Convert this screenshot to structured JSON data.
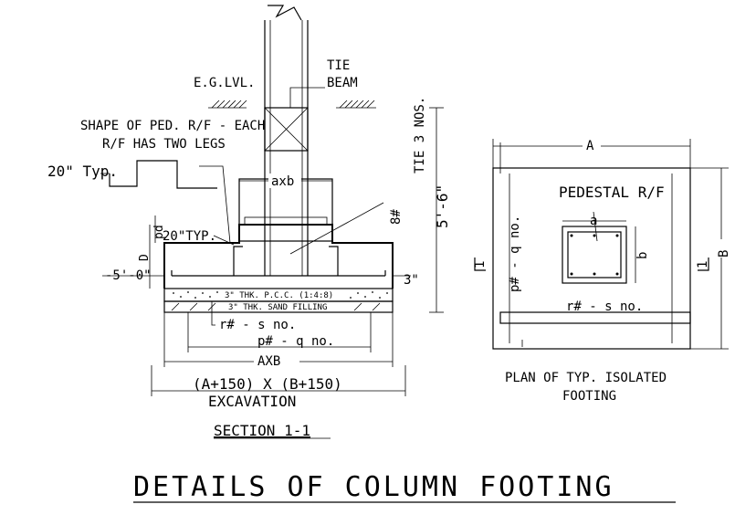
{
  "title": "DETAILS OF COLUMN FOOTING",
  "section": {
    "caption": "SECTION 1-1",
    "eg_lvl": "E.G.LVL.",
    "tie_beam": [
      "TIE",
      "BEAM"
    ],
    "shape_note": [
      "SHAPE OF PED. R/F - EACH",
      "R/F HAS TWO LEGS"
    ],
    "typ_20": "20\" Typ.",
    "typ_20b": "20\"TYP.",
    "axb_small": "axb",
    "pd": "pd",
    "d": "D",
    "depth_5_0": "-5'-0\"",
    "dim_3": "3\"",
    "pcc": "3\" THK. P.C.C. (1:4:8)",
    "sand": "3\" THK. SAND FILLING",
    "r_bars": "r# - s no.",
    "p_bars": "p# - q no.",
    "axb_big": "AXB",
    "excavation_dim": "(A+150) X (B+150)",
    "excavation": "EXCAVATION",
    "bar_8": "8#",
    "tie_note": "TIE 3 NOS.",
    "depth_5_6": "5'-6\""
  },
  "plan": {
    "caption": [
      "PLAN OF TYP. ISOLATED",
      "FOOTING"
    ],
    "dim_a": "A",
    "dim_b": "B",
    "a_small": "a",
    "b_small": "b",
    "pedestal": "PEDESTAL R/F",
    "p_bars": "p# - q no.",
    "r_bars": "r# - s no.",
    "sec_mark": "1"
  }
}
